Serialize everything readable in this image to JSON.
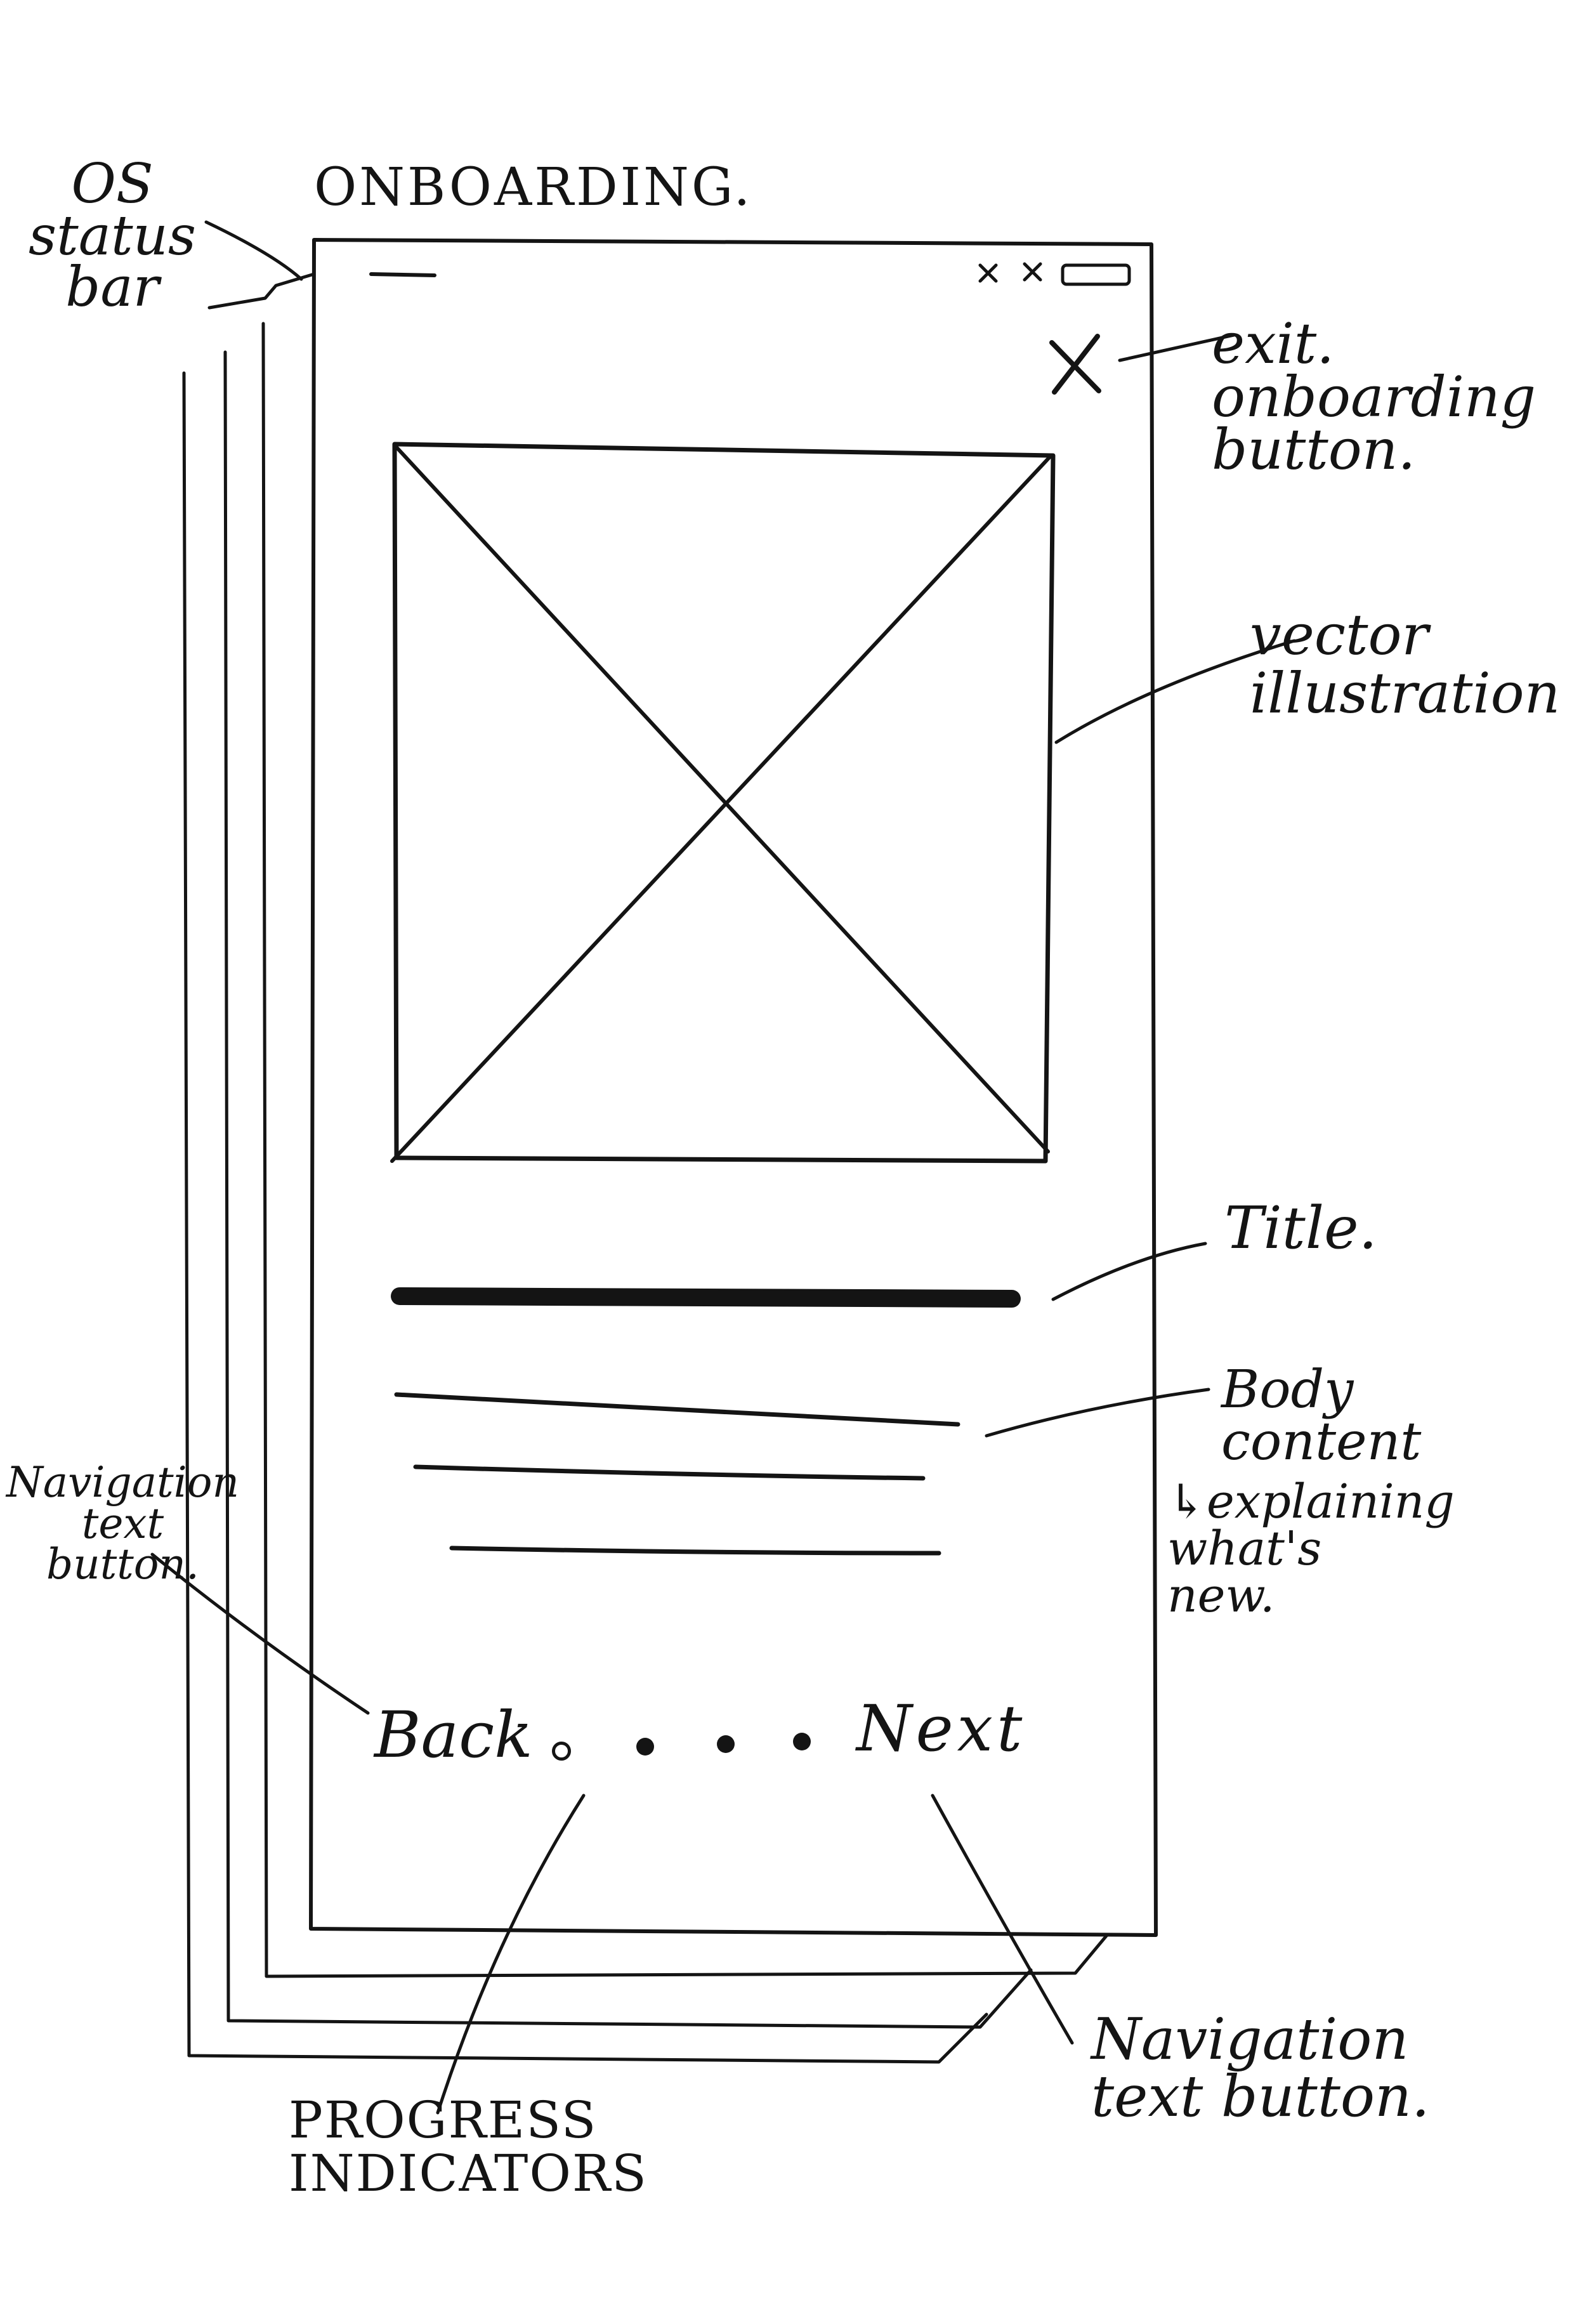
{
  "sketch": {
    "heading": "ONBOARDING.",
    "annotations": {
      "os_status_bar": "OS\nstatus\nbar",
      "exit_button": "exit.\nonboarding\nbutton.",
      "vector_illustration": "vector\nillustration",
      "title": "Title.",
      "body_content": "Body\ncontent",
      "body_content_detail": "↳explaining\nwhat's\nnew.",
      "nav_button_left": "Navigation\ntext\nbutton.",
      "nav_button_right": "Navigation\ntext button.",
      "progress_indicators": "PROGRESS\nINDICATORS"
    }
  },
  "screen": {
    "exit_button_glyph": "X",
    "back_label": "Back",
    "next_label": "Next",
    "progress": {
      "total": 4,
      "current": 1
    }
  }
}
